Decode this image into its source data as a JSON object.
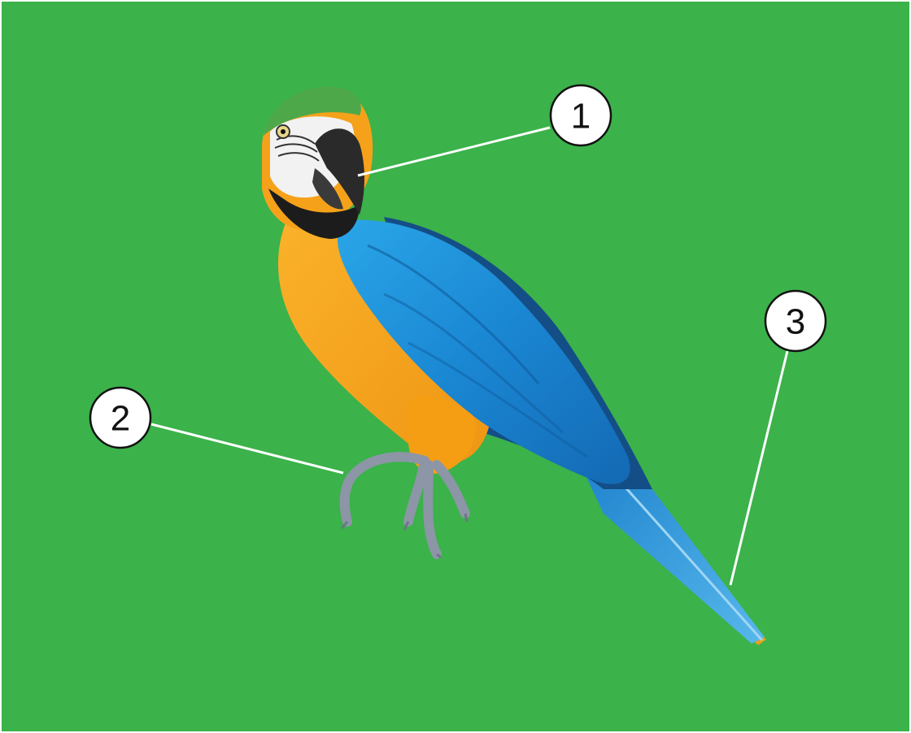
{
  "labels": [
    {
      "id": "beak",
      "text": "1"
    },
    {
      "id": "feet",
      "text": "2"
    },
    {
      "id": "tail",
      "text": "3"
    }
  ],
  "colors": {
    "background": "#3BB24A",
    "leader_line": "#ffffff",
    "callout_fill": "#ffffff",
    "callout_stroke": "#111111",
    "parrot_blue": "#1E8FD8",
    "parrot_yellow": "#F7A81B",
    "parrot_green_crown": "#4DA84A",
    "feet_gray": "#8C96A6"
  }
}
